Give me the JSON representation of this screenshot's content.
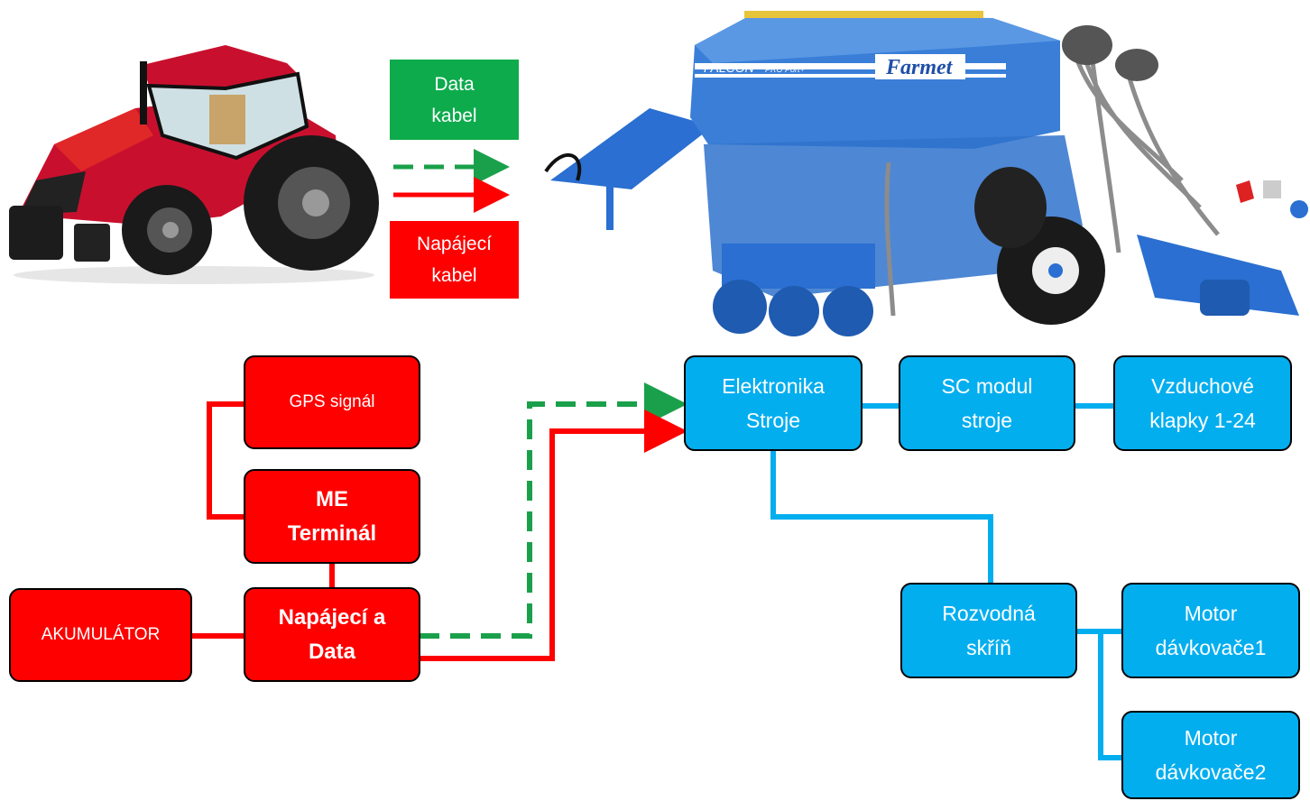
{
  "legend": {
    "data_cable": "Data\nkabel",
    "power_cable": "Napájecí\nkabel"
  },
  "machine_branding": {
    "model": "FALCON",
    "variant": "PRO Port+",
    "brand": "Farmet"
  },
  "nodes": {
    "gps": "GPS signál",
    "terminal": "ME\nTerminál",
    "accumulator": "AKUMULÁTOR",
    "power_data": "Napájecí a\nData",
    "electronics": "Elektronika\nStroje",
    "sc_module": "SC modul\nstroje",
    "air_flaps": "Vzduchové\nklapky 1-24",
    "distribution_box": "Rozvodná\nskříň",
    "motor1": "Motor\ndávkovače1",
    "motor2": "Motor\ndávkovače2"
  },
  "colors": {
    "power": "#fe0000",
    "data": "#1aa04a",
    "machine_bus": "#03aeef",
    "legend_data_box": "#0eab4d",
    "legend_power_box": "#fe0000"
  }
}
